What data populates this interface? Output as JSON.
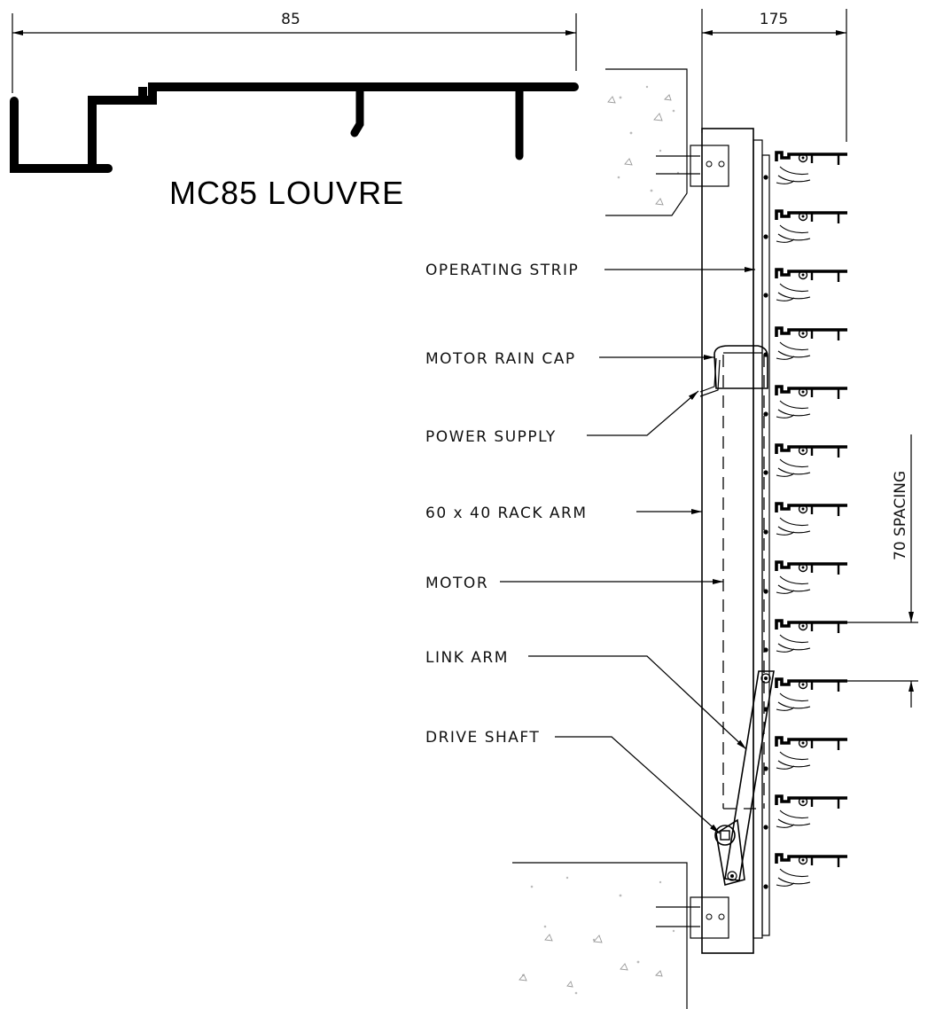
{
  "title": "MC85 LOUVRE",
  "dimensions": {
    "profile_width": "85",
    "frame_depth": "175",
    "blade_spacing": "70 SPACING"
  },
  "callouts": {
    "operating_strip": "OPERATING STRIP",
    "motor_rain_cap": "MOTOR RAIN CAP",
    "power_supply": "POWER SUPPLY",
    "rack_arm": "60 x 40 RACK ARM",
    "motor": "MOTOR",
    "link_arm": "LINK ARM",
    "drive_shaft": "DRIVE SHAFT"
  },
  "blade_count": 13
}
